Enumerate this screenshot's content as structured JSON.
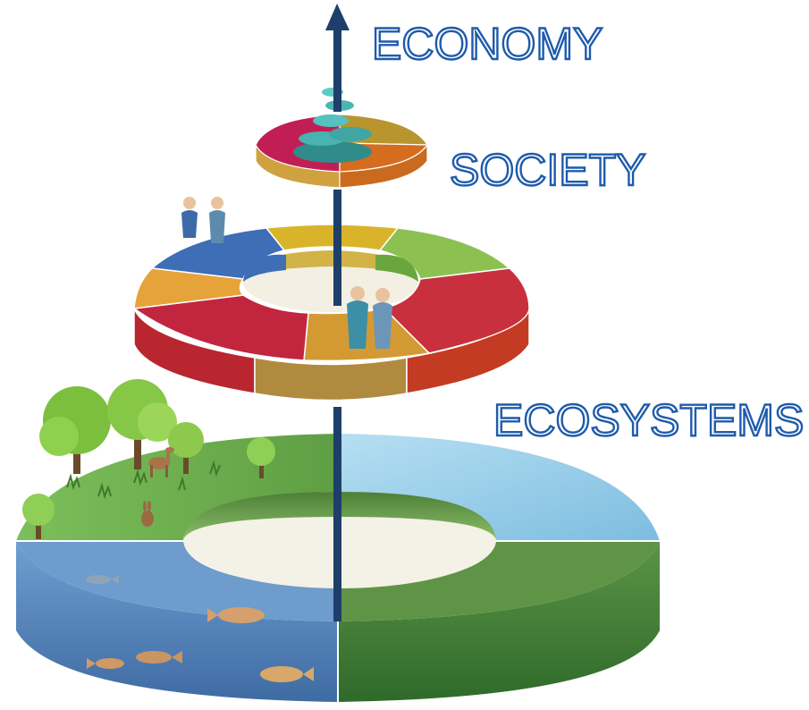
{
  "labels": {
    "economy": "ECONOMY",
    "society": "SOCIETY",
    "ecosystems": "ECOSYSTEMS"
  },
  "colors": {
    "label_outline": "#1f5bab",
    "axis": "#1e3f6a",
    "ecosystem_land": "#6aa84f",
    "ecosystem_sky": "#9fd2ea",
    "ecosystem_water": "#5b88c2",
    "ecosystem_forest": "#3f7f3a",
    "society_segments": [
      "#c9a227",
      "#8cc152",
      "#4d9a45",
      "#c0392b",
      "#d14a2f",
      "#d39a33",
      "#b08a3e",
      "#c2263e",
      "#e6a33a",
      "#3f6fb4"
    ],
    "economy_segments": [
      "#b8952f",
      "#d56c1e",
      "#c21e56",
      "#e23a8e"
    ]
  },
  "icons": [
    "tree-icon",
    "deer-icon",
    "rabbit-icon",
    "fish-icon",
    "person-icon",
    "coin-stack-icon",
    "arrow-up-icon"
  ]
}
